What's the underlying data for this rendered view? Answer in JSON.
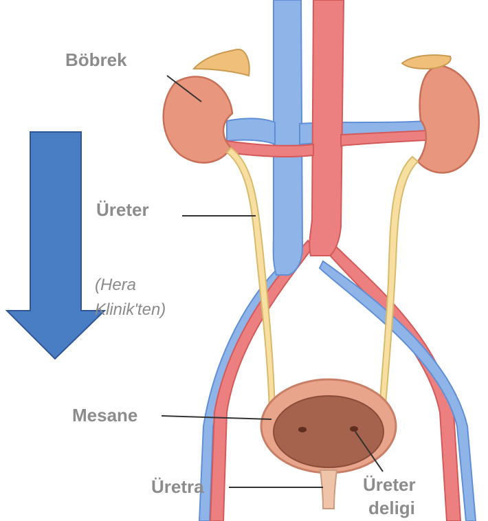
{
  "labels": {
    "kidney": "Böbrek",
    "ureter": "Üreter",
    "bladder": "Mesane",
    "urethra": "Üretra",
    "ureter_opening_line1": "Üreter",
    "ureter_opening_line2": "deligi"
  },
  "source_note": {
    "line1": "(Hera",
    "line2": "Klinik'ten)"
  },
  "colors": {
    "kidney": "#e8967e",
    "kidney_dark": "#c96f58",
    "adrenal": "#f0c07a",
    "vein": "#8fb4e8",
    "vein_dark": "#5f8fd6",
    "artery": "#ec7f7f",
    "artery_dark": "#d45a5a",
    "ureter": "#f6dfa0",
    "bladder_outer": "#e9a48c",
    "bladder_inner": "#a5624c",
    "arrow_fill": "#4a7ec4",
    "arrow_stroke": "#2f5597",
    "label_text": "#8c8c8c",
    "leader_line": "#333333"
  }
}
